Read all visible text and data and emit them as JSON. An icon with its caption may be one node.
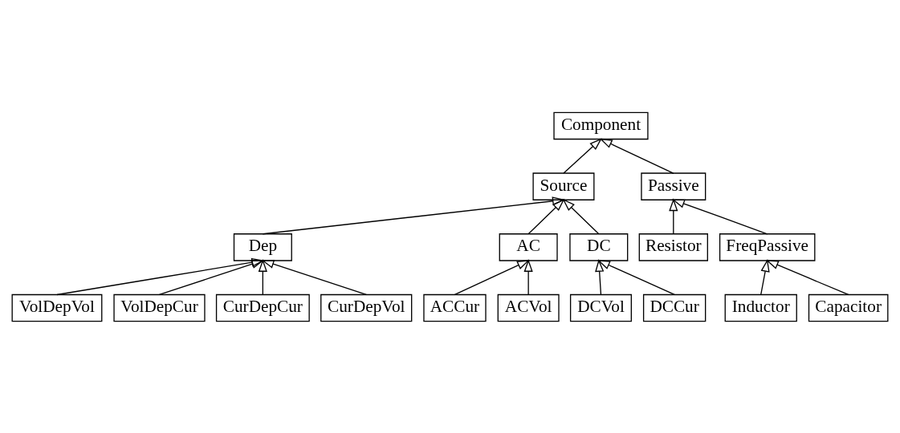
{
  "diagram": {
    "nodes": [
      {
        "text": [
          "Component"
        ]
      },
      {
        "text": [
          "Source"
        ]
      },
      {
        "text": [
          "Passive"
        ]
      },
      {
        "text": [
          "Dep"
        ]
      },
      {
        "text": [
          "AC"
        ]
      },
      {
        "text": [
          "DC"
        ]
      },
      {
        "text": [
          "Resistor"
        ]
      },
      {
        "text": [
          "FreqPassive"
        ]
      },
      {
        "text": [
          "ACCur"
        ]
      },
      {
        "text": [
          "ACVol"
        ]
      },
      {
        "text": [
          "DCVol"
        ]
      },
      {
        "text": [
          "DCCur"
        ]
      },
      {
        "text": [
          "Inductor"
        ]
      },
      {
        "text": [
          "Capacitor"
        ]
      },
      {
        "text": [
          "VolDepVol"
        ]
      },
      {
        "text": [
          "VolDepCur"
        ]
      },
      {
        "text": [
          "CurDepCur"
        ]
      },
      {
        "text": [
          "CurDepVol"
        ]
      }
    ],
    "edges": [
      {
        "from": 1,
        "to": 0,
        "arrow": "to"
      },
      {
        "from": 2,
        "to": 0,
        "arrow": "to"
      },
      {
        "from": 3,
        "to": 1,
        "arrow": "to"
      },
      {
        "from": 4,
        "to": 1,
        "arrow": "to"
      },
      {
        "from": 5,
        "to": 1,
        "arrow": "to"
      },
      {
        "from": 6,
        "to": 2,
        "arrow": "to"
      },
      {
        "from": 7,
        "to": 2,
        "arrow": "to"
      },
      {
        "from": 8,
        "to": 4,
        "arrow": "to"
      },
      {
        "from": 9,
        "to": 4,
        "arrow": "to"
      },
      {
        "from": 10,
        "to": 5,
        "arrow": "to"
      },
      {
        "from": 11,
        "to": 5,
        "arrow": "to"
      },
      {
        "from": 12,
        "to": 7,
        "arrow": "to"
      },
      {
        "from": 13,
        "to": 7,
        "arrow": "to"
      },
      {
        "from": 14,
        "to": 3,
        "arrow": "to"
      },
      {
        "from": 15,
        "to": 3,
        "arrow": "to"
      },
      {
        "from": 16,
        "to": 3,
        "arrow": "to"
      },
      {
        "from": 17,
        "to": 3,
        "arrow": "to"
      }
    ]
  }
}
